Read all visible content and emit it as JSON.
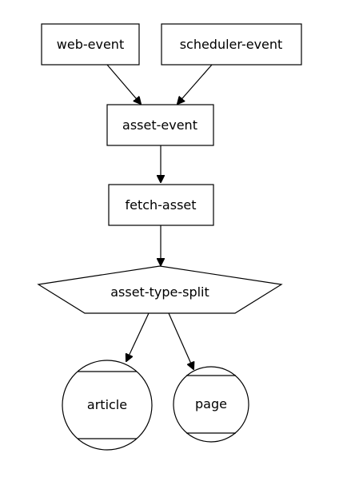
{
  "nodes": {
    "web_event": "web-event",
    "scheduler_event": "scheduler-event",
    "asset_event": "asset-event",
    "fetch_asset": "fetch-asset",
    "asset_type_split": "asset-type-split",
    "article": "article",
    "page": "page"
  },
  "edges": [
    {
      "from": "web-event",
      "to": "asset-event"
    },
    {
      "from": "scheduler-event",
      "to": "asset-event"
    },
    {
      "from": "asset-event",
      "to": "fetch-asset"
    },
    {
      "from": "fetch-asset",
      "to": "asset-type-split"
    },
    {
      "from": "asset-type-split",
      "to": "article"
    },
    {
      "from": "asset-type-split",
      "to": "page"
    }
  ],
  "colors": {
    "stroke": "#000000",
    "fill": "#ffffff"
  }
}
